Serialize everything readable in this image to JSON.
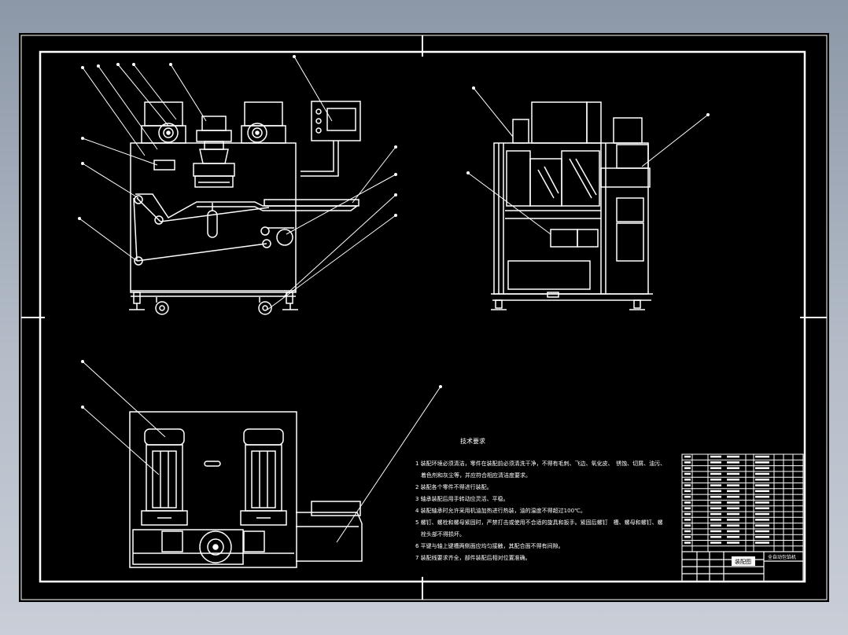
{
  "colors": {
    "background": "#000000",
    "lines": "#ffffff",
    "outer": "#9aa4b3"
  },
  "notes": {
    "title": "技术要求",
    "items": [
      "1 装配环境必须清洁，零件在装配前必须清洗干净，不得有毛刺、飞边、氧化皮、　锈蚀、切屑、油污、",
      "　着色剂和灰尘等，并应符合相应清洁度要求。",
      "2 装配各个零件不得进行装配。",
      "3 轴承装配后用手转动应灵活、平稳。",
      "4 装配轴承时允许采用机油加热进行热装，油的温度不得超过100℃。",
      "5 螺钉、螺栓和螺母紧固时，严禁打击或使用不合适的旋具和扳手。紧固后螺钉　槽、螺母和螺钉、螺",
      "　栓头部不得损坏。",
      "6 平键与轴上键槽两侧面应均匀接触，其配合面不得有间隙。",
      "7 装配线要求齐全，部件装配后相对位置准确。"
    ]
  },
  "title_block": {
    "drawing_name": "装配图",
    "right_label": "全自动包馅机"
  }
}
